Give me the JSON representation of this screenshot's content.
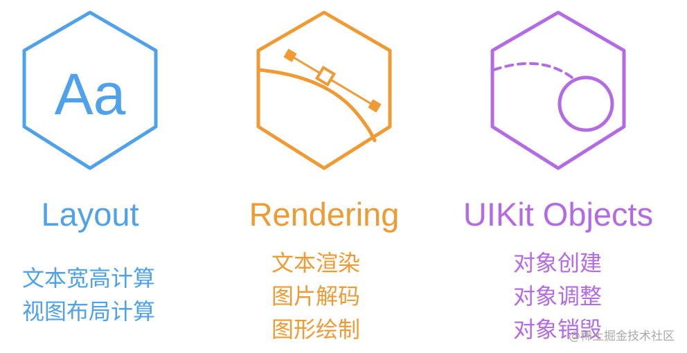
{
  "colors": {
    "layout": "#4ea1ea",
    "rendering": "#ef9a33",
    "objects": "#b36ae3"
  },
  "columns": [
    {
      "key": "layout",
      "icon": "text-glyph-icon",
      "icon_text": "Aa",
      "title": "Layout",
      "items": [
        "文本宽高计算",
        "视图布局计算"
      ]
    },
    {
      "key": "rendering",
      "icon": "bezier-curve-icon",
      "title": "Rendering",
      "items": [
        "文本渲染",
        "图片解码",
        "图形绘制"
      ]
    },
    {
      "key": "objects",
      "icon": "object-circle-icon",
      "title": "UIKit Objects",
      "items": [
        "对象创建",
        "对象调整",
        "对象销毁"
      ]
    }
  ],
  "watermark": "@稀土掘金技术社区"
}
